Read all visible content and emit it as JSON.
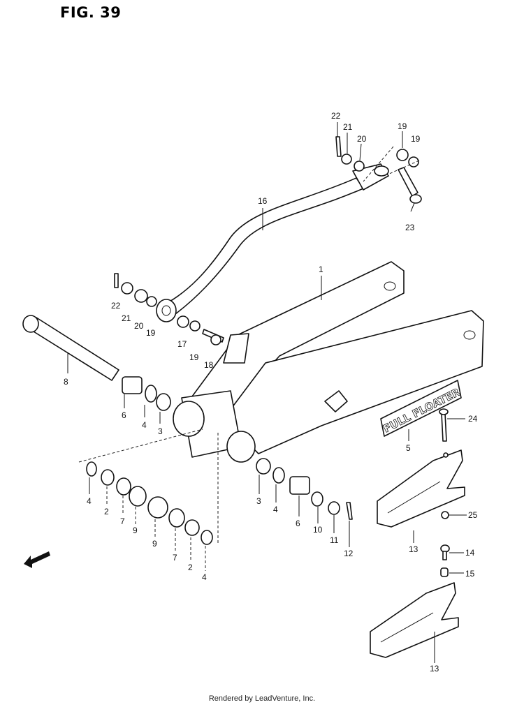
{
  "figure": {
    "title": "FIG. 39"
  },
  "footer": {
    "text": "Rendered by LeadVenture, Inc."
  },
  "callouts": [
    "22",
    "21",
    "20",
    "19",
    "19",
    "23",
    "16",
    "1",
    "22",
    "21",
    "20",
    "19",
    "17",
    "19",
    "18",
    "8",
    "6",
    "4",
    "3",
    "24",
    "5",
    "25",
    "4",
    "2",
    "7",
    "9",
    "9",
    "7",
    "2",
    "4",
    "3",
    "4",
    "6",
    "10",
    "11",
    "12",
    "13",
    "14",
    "15",
    "13"
  ],
  "decals": {
    "full_floater": "FULL FLOATER"
  },
  "icons": {
    "direction_arrow": "front-direction-arrow-icon"
  }
}
